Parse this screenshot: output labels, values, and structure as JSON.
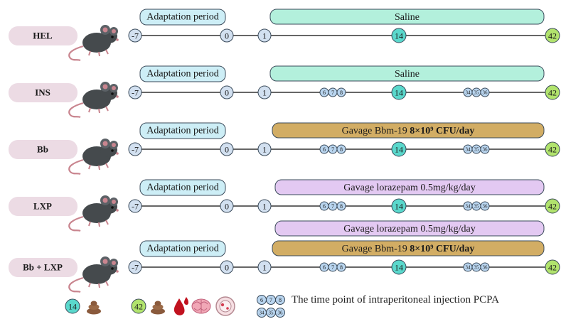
{
  "colors": {
    "label_fill": "#ecdbe4",
    "adaptation_fill": "#cdeef6",
    "saline_fill": "#b3f0dc",
    "bbm_fill": "#d2ad64",
    "lxp_fill": "#e3c9f2",
    "day_node_fill": "#d2e0f0",
    "day14_fill": "#5ad8cc",
    "day42_fill": "#b1e36d",
    "injection_fill": "#b9d5ef",
    "line": "#333333",
    "mouse": "#454a4d",
    "mouse_tail": "#c9858f",
    "blood": "#c1121f",
    "feces": "#8a5a3c"
  },
  "adaptation_label": "Adaptation period",
  "days": {
    "d_neg7": "-7",
    "d0": "0",
    "d1": "1",
    "d14": "14",
    "d42": "42"
  },
  "injection_days": [
    "6",
    "7",
    "8"
  ],
  "injection_days_late": [
    "34",
    "35",
    "36"
  ],
  "groups": [
    {
      "label": "HEL",
      "treatments": [
        {
          "kind": "saline",
          "text": "Saline",
          "bold": ""
        }
      ],
      "injections": false
    },
    {
      "label": "INS",
      "treatments": [
        {
          "kind": "saline",
          "text": "Saline",
          "bold": ""
        }
      ],
      "injections": true
    },
    {
      "label": "Bb",
      "treatments": [
        {
          "kind": "bbm",
          "text": "Gavage Bbm-19 ",
          "bold": "8×10⁹ CFU/day"
        }
      ],
      "injections": true
    },
    {
      "label": "LXP",
      "treatments": [
        {
          "kind": "lxp",
          "text": "Gavage lorazepam 0.5mg/kg/day",
          "bold": ""
        }
      ],
      "injections": true
    },
    {
      "label": "Bb + LXP",
      "treatments": [
        {
          "kind": "lxp",
          "text": "Gavage lorazepam 0.5mg/kg/day",
          "bold": ""
        },
        {
          "kind": "bbm",
          "text": "Gavage Bbm-19 ",
          "bold": "8×10⁹ CFU/day"
        }
      ],
      "injections": true
    }
  ],
  "legend": {
    "day14": "14",
    "day42": "42",
    "injection_text": "The time point of intraperitoneal injection PCPA",
    "day14_icons": [
      "feces-icon"
    ],
    "day42_icons": [
      "feces-icon",
      "blood-drop-icon",
      "brain-icon",
      "intestine-icon"
    ]
  }
}
